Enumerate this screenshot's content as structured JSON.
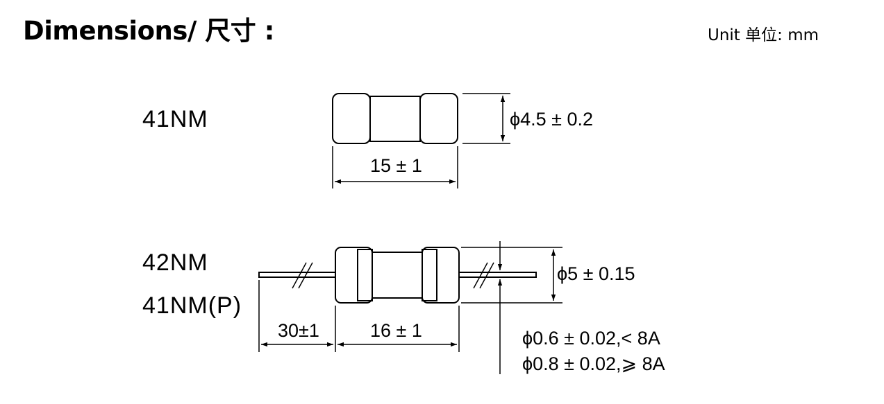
{
  "header": {
    "title": "Dimensions/ 尺寸 :",
    "unit": "Unit 单位:  mm"
  },
  "diagram_top": {
    "model_label": "41NM",
    "diameter_label": "ϕ4.5 ± 0.2",
    "length_label": "15 ± 1"
  },
  "diagram_bottom": {
    "model_label_1": "42NM",
    "model_label_2": "41NM(P)",
    "diameter_label": "ϕ5 ± 0.15",
    "lead_length_label": "30±1",
    "body_length_label": "16 ± 1",
    "lead_note_1": "ϕ0.6 ± 0.02,< 8A",
    "lead_note_2": "ϕ0.8 ± 0.02,⩾ 8A"
  }
}
